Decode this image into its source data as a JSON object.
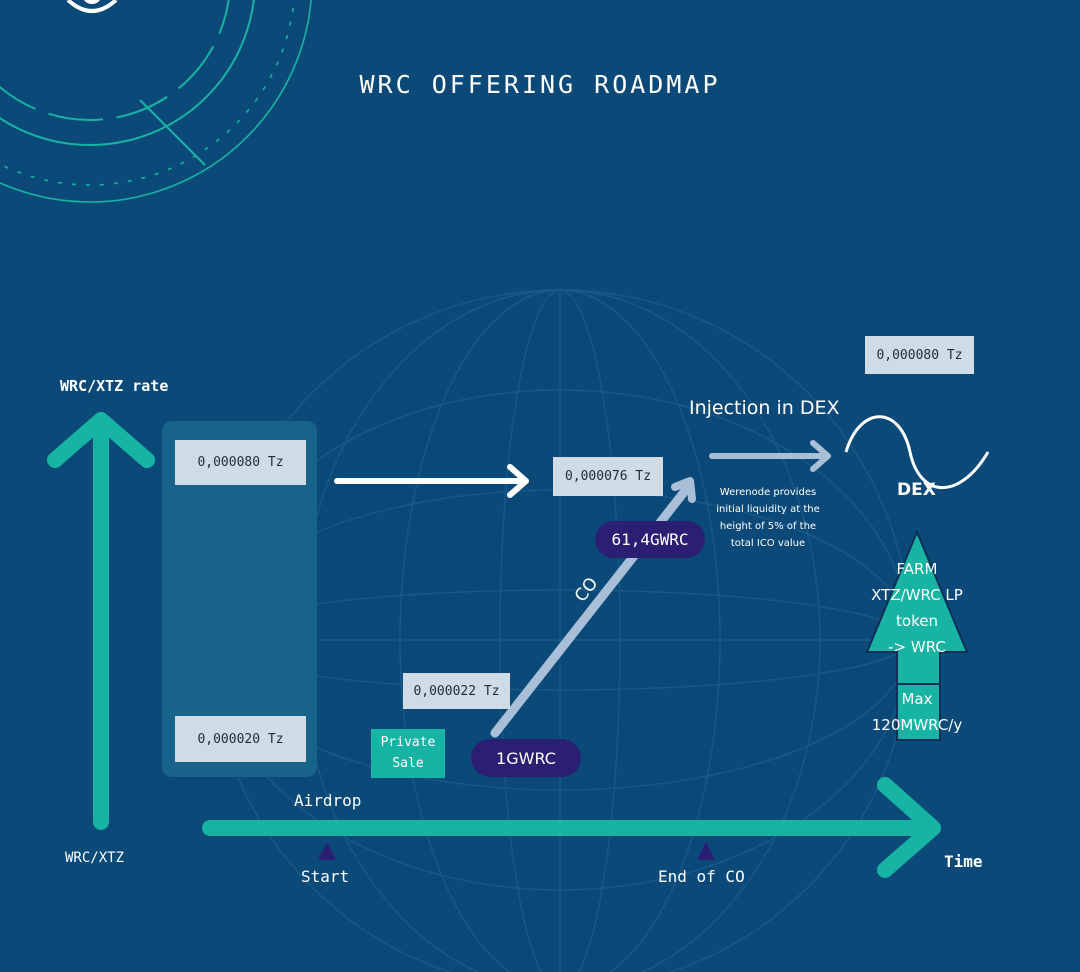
{
  "title": "WRC OFFERING ROADMAP",
  "y_axis": {
    "label": "WRC/XTZ rate",
    "bottom_label": "WRC/XTZ"
  },
  "x_axis": {
    "label": "Time",
    "markers": [
      {
        "label": "Start"
      },
      {
        "label": "End of CO"
      }
    ]
  },
  "stages": {
    "airdrop": "Airdrop",
    "private_sale": [
      "Private",
      "Sale"
    ],
    "co_label": "CO",
    "injection_label": "Injection in DEX",
    "dex_label": "DEX",
    "dex_note": [
      "Werenode provides",
      "initial liquidity at the",
      "height of 5% of the",
      "total ICO value"
    ],
    "farm_text": [
      "FARM",
      "XTZ/WRC LP",
      "token",
      "-> WRC"
    ],
    "farm_max": [
      "Max",
      "120MWRC/y"
    ]
  },
  "rates": {
    "airdrop_high": "0,000080 Tz",
    "airdrop_low": "0,000020 Tz",
    "private_sale": "0,000022 Tz",
    "co_end": "0,000076 Tz",
    "dex": "0,000080 Tz"
  },
  "supply": {
    "co_start": "1GWRC",
    "co_end": "61,4GWRC"
  },
  "colors": {
    "background": "#0b4a78",
    "teal": "#17b3a3",
    "navy_pill": "#2a1f73",
    "rate_box": "#cfdce5",
    "light_arrow": "#a9bfd8"
  }
}
